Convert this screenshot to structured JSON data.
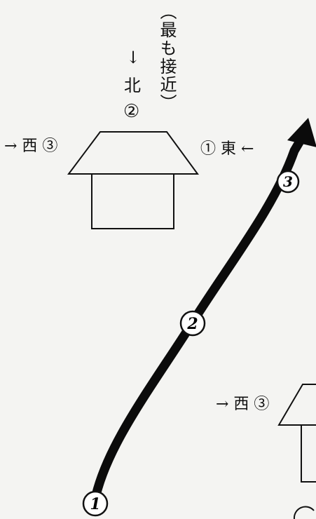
{
  "top_house": {
    "annotation": "（最も接近）",
    "north_arrow": "↓",
    "north_label": "北",
    "north_circle": "②",
    "west_label": "→ 西 ③",
    "east_label": "① 東 ←"
  },
  "path": {
    "markers": [
      "1",
      "2",
      "3"
    ]
  },
  "bottom_house": {
    "west_label": "→ 西 ③"
  }
}
